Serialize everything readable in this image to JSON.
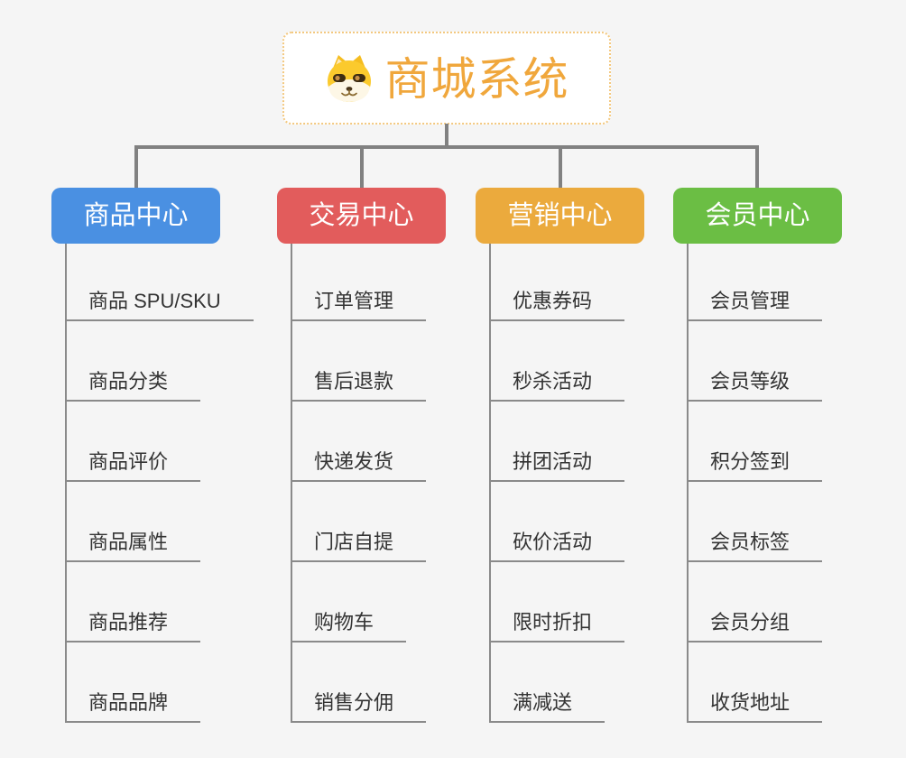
{
  "root": {
    "title": "商城系统",
    "icon": "shiba-dog-icon",
    "title_color": "#f0a73c",
    "border_color": "#f3c87f"
  },
  "connector_color": "#818181",
  "branches": [
    {
      "label": "商品中心",
      "color": "#4a90e2",
      "children": [
        "商品 SPU/SKU",
        "商品分类",
        "商品评价",
        "商品属性",
        "商品推荐",
        "商品品牌"
      ]
    },
    {
      "label": "交易中心",
      "color": "#e25c5c",
      "children": [
        "订单管理",
        "售后退款",
        "快递发货",
        "门店自提",
        "购物车",
        "销售分佣"
      ]
    },
    {
      "label": "营销中心",
      "color": "#ebaa3d",
      "children": [
        "优惠券码",
        "秒杀活动",
        "拼团活动",
        "砍价活动",
        "限时折扣",
        "满减送"
      ]
    },
    {
      "label": "会员中心",
      "color": "#6bbe44",
      "children": [
        "会员管理",
        "会员等级",
        "积分签到",
        "会员标签",
        "会员分组",
        "收货地址"
      ]
    }
  ]
}
